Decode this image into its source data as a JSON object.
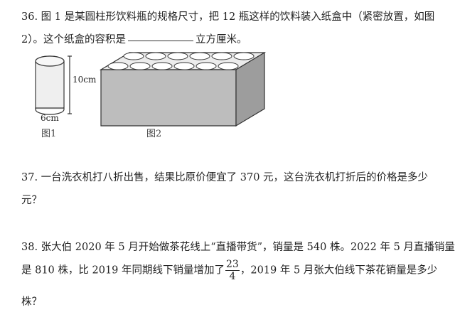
{
  "q36": {
    "line1": "36. 图 1 是某圆柱形饮料瓶的规格尺寸，把 12 瓶这样的饮料装入纸盒中（紧密放置，如图",
    "line2_before": "2）。这个纸盒的容积是",
    "line2_after": "立方厘米。",
    "height_label": "10cm",
    "diameter_label": "6cm",
    "fig1_caption": "图1",
    "fig2_caption": "图2"
  },
  "q37": {
    "line1": "37. 一台洗衣机打八折出售，结果比原价便宜了 370 元，这台洗衣机打折后的价格是多少",
    "line2": "元？"
  },
  "q38": {
    "line1": "38. 张大伯 2020 年 5 月开始做茶花线上“直播带货”，销量是 540 株。2022 年 5 月直播销量",
    "line2_before": "是 810 株，比 2019 年同期线下销量增加了",
    "frac_num": "23",
    "frac_den": "4",
    "line2_after": "，2019 年 5 月张大伯线下茶花销量是多少",
    "line3": "株？"
  }
}
